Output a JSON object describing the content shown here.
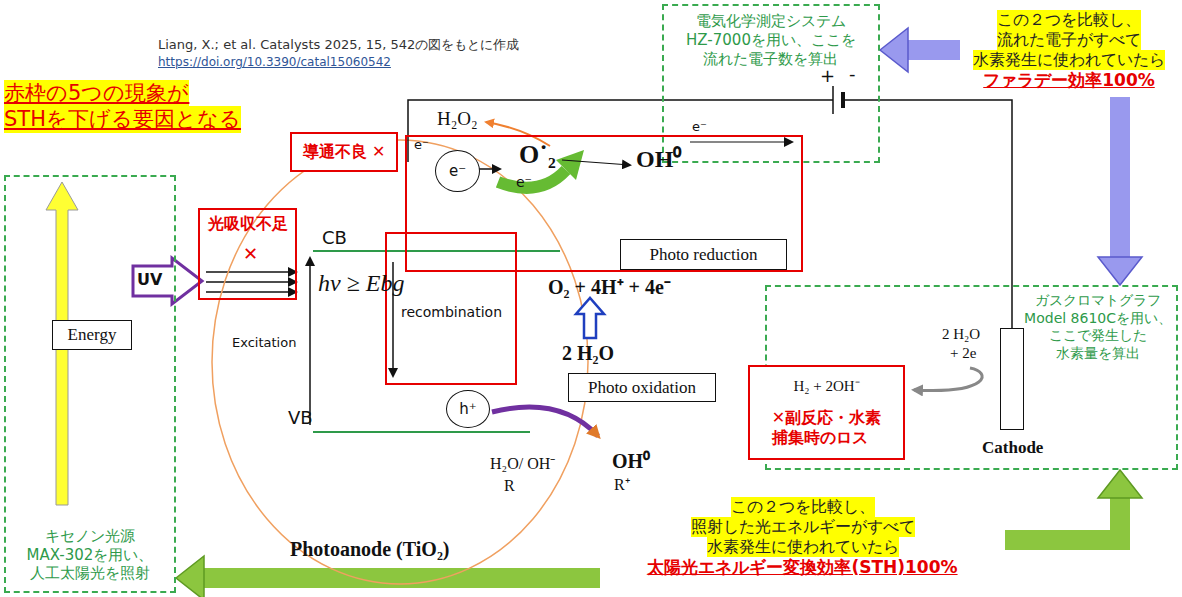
{
  "diagram": {
    "nodes": [
      {
        "text": [
          "赤枠の5つの現象が STHを下げる要因となる"
        ]
      },
      {
        "text": [
          "キセノン光源 MAX-302を用い、 人工太陽光を照射"
        ]
      },
      {
        "text": [
          "Energy"
        ],
        "in": 1
      },
      {
        "text": [
          "光吸収不足"
        ]
      },
      {
        "text": [
          "導通不良 ✕"
        ]
      },
      {
        "text": [
          "電気化学測定システム HZ-7000を用い、ここを 流れた電子数を算出"
        ]
      },
      {
        "text": [
          "この２つを比較し、 流れた電子がすべて 水素発生に使われていたら",
          "ファラデー効率100%"
        ]
      },
      {
        "text": [
          "O˙₂"
        ]
      },
      {
        "text": [
          "e⁻"
        ],
        "in": 7
      },
      {
        "text": [
          "Photo reduction"
        ],
        "in": 7
      },
      {
        "text": [
          "recombination"
        ]
      },
      {
        "text": [
          "Photo oxidation"
        ]
      },
      {
        "text": [
          "h⁺"
        ]
      },
      {
        "text": [
          "Cathode"
        ]
      },
      {
        "text": [
          "H₂ + 2OH⁻",
          "✕副反応・水素 捕集時のロス"
        ]
      },
      {
        "text": [
          "ガスクロマトグラフ Model 8610Cを用い、 ここで発生した 水素量を算出"
        ]
      },
      {
        "text": [
          "この２つを比較し、 照射した光エネルギーがすべて 水素発生に使われていたら",
          "太陽光エネルギー変換効率(STH)100%"
        ]
      }
    ],
    "edges": [
      {
        "from": 6,
        "to": 5,
        "arrow": "to"
      },
      {
        "from": 6,
        "to": 15,
        "arrow": "to"
      },
      {
        "from": 16,
        "to": 1,
        "arrow": "to"
      },
      {
        "from": 16,
        "to": 15,
        "arrow": "to"
      }
    ],
    "labels": [
      "Liang, X.; et al. Catalysts 2025, 15, 542の図をもとに作成",
      "https://doi.org/10.3390/catal15060542",
      "H₂O₂",
      "OH⁰",
      "CB",
      "VB",
      "hν ≥ Ebg",
      "Excitation",
      "UV",
      "✕",
      "e⁻",
      "e⁻",
      "O₂ + 4H⁺ + 4e⁻",
      "2 H₂O",
      "H₂O/ OH⁻",
      "R",
      "OH⁰",
      "R⁺",
      "Photoanode (TiO₂)",
      "+",
      "-",
      "e⁻",
      "2 H₂O",
      "+ 2e"
    ]
  }
}
